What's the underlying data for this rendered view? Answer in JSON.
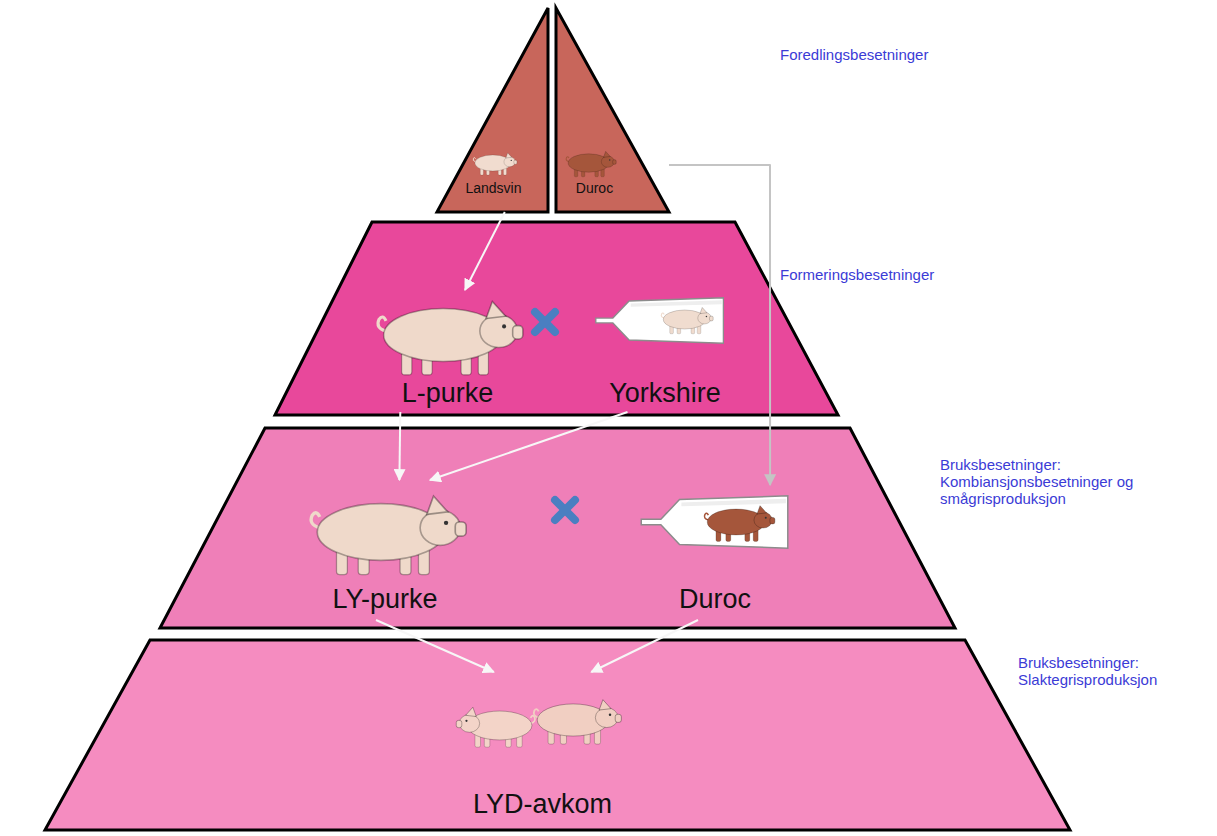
{
  "diagram": {
    "nodes": [
      {
        "text": [
          "Foredlingsbesetninger"
        ]
      },
      {
        "text": [
          "Landsvin"
        ],
        "in": 0
      },
      {
        "text": [
          "Duroc"
        ],
        "in": 0
      },
      {
        "text": [
          "Formeringsbesetninger"
        ]
      },
      {
        "text": [
          "L-purke"
        ],
        "in": 3
      },
      {
        "text": [
          "Yorkshire"
        ],
        "in": 3
      },
      {
        "text": [
          "Bruksbesetninger: Kombiansjonsbesetninger og smågrisproduksjon"
        ]
      },
      {
        "text": [
          "LY-purke"
        ],
        "in": 6
      },
      {
        "text": [
          "Duroc"
        ],
        "in": 6
      },
      {
        "text": [
          "Bruksbesetninger: Slaktegrisproduksjon"
        ]
      },
      {
        "text": [
          "LYD-avkom"
        ],
        "in": 9
      }
    ],
    "edges": [
      {
        "from": 1,
        "to": 4,
        "arrow": "to"
      },
      {
        "from": 5,
        "to": 7,
        "arrow": "to"
      },
      {
        "from": 4,
        "to": 7,
        "arrow": "to"
      },
      {
        "from": 2,
        "to": 8,
        "arrow": "to"
      },
      {
        "from": 7,
        "to": 10,
        "arrow": "to"
      },
      {
        "from": 8,
        "to": 10,
        "arrow": "to"
      }
    ]
  }
}
